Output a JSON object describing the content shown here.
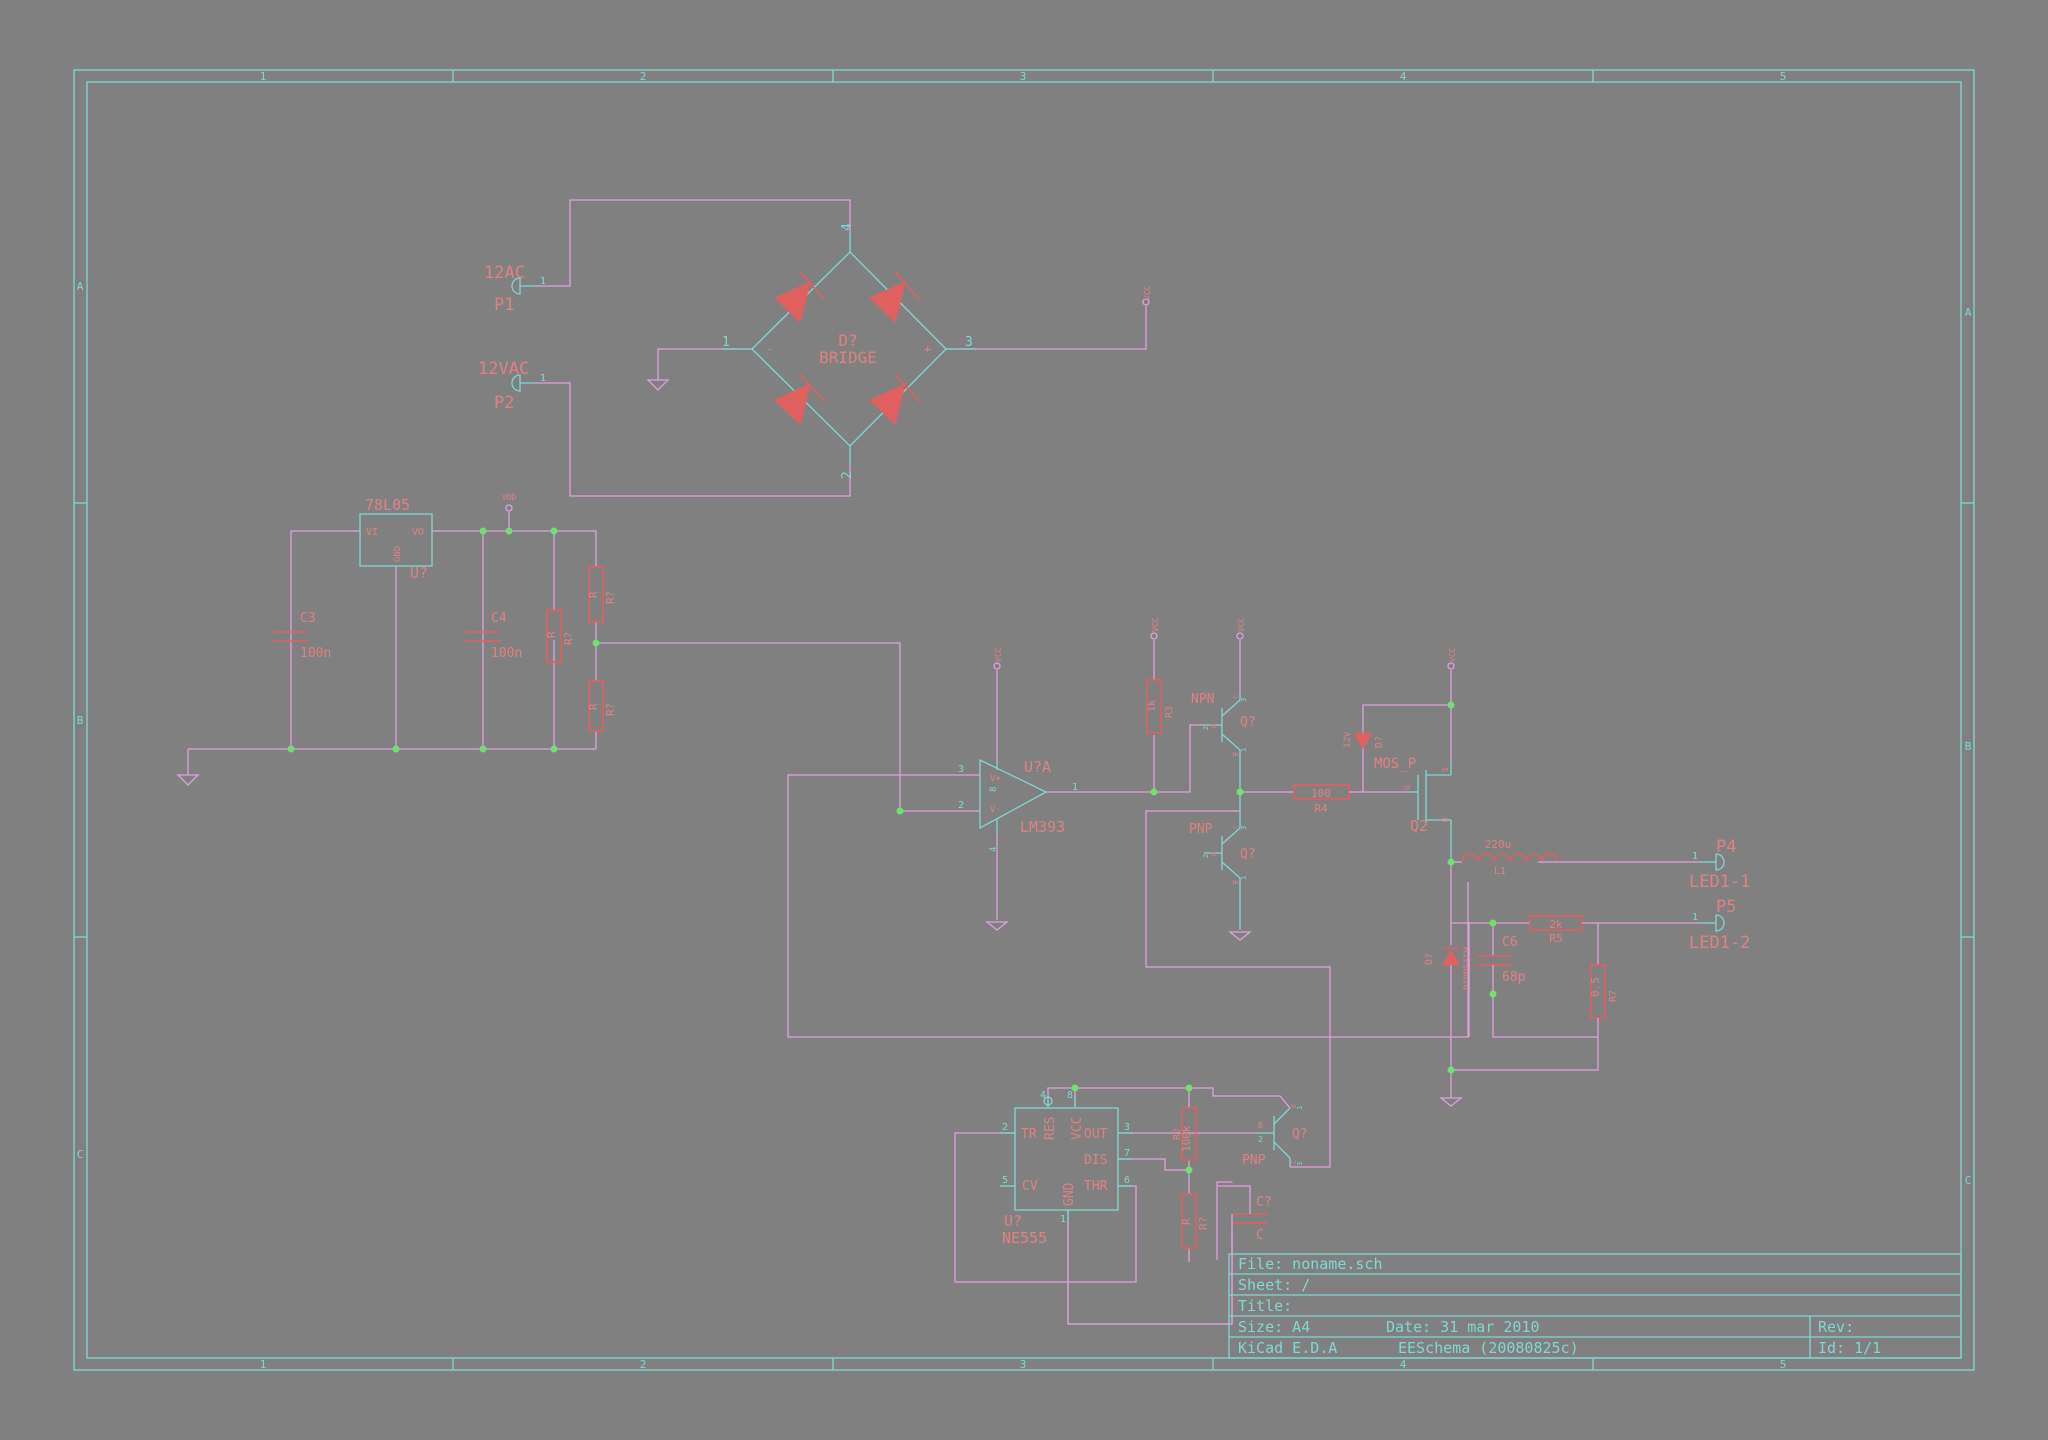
{
  "sheet": {
    "col_markers": [
      "1",
      "2",
      "3",
      "4",
      "5"
    ],
    "row_markers": [
      "A",
      "B",
      "C"
    ]
  },
  "components": {
    "p1": {
      "ref": "P1",
      "value": "12AC",
      "pin": "1"
    },
    "p2": {
      "ref": "P2",
      "value": "12VAC",
      "pin": "1"
    },
    "bridge": {
      "ref": "D?",
      "value": "BRIDGE",
      "pins": [
        "1",
        "2",
        "3",
        "4"
      ],
      "minus": "-",
      "plus": "+"
    },
    "vcc_bridge": "VCC",
    "reg": {
      "name": "78L05",
      "ref": "U?",
      "vi": "VI",
      "vo": "VO",
      "gnd": "GND"
    },
    "vdd": "VDD",
    "c3": {
      "ref": "C3",
      "value": "100n"
    },
    "c4": {
      "ref": "C4",
      "value": "100n"
    },
    "r_a": {
      "ref": "R?",
      "value": "R"
    },
    "r_b": {
      "ref": "R?",
      "value": "R"
    },
    "r_c": {
      "ref": "R?",
      "value": "R"
    },
    "comparator": {
      "ref": "U?A",
      "value": "LM393",
      "pins": [
        "3",
        "2",
        "1",
        "8",
        "4"
      ],
      "vplus": "V+",
      "vminus": "V-"
    },
    "vcc_comp": "VCC",
    "r3": {
      "ref": "R3",
      "value": "1k"
    },
    "vcc_r3": "VCC",
    "npn": {
      "type": "NPN",
      "ref": "Q?",
      "b": "B",
      "c": "C",
      "e": "E",
      "pins": [
        "2",
        "3",
        "1"
      ]
    },
    "vcc_npn": "VCC",
    "pnp1": {
      "type": "PNP",
      "ref": "Q?",
      "b": "B",
      "c": "C",
      "e": "E",
      "pins": [
        "2",
        "3",
        "1"
      ]
    },
    "r4": {
      "ref": "R4",
      "value": "100"
    },
    "mosfet": {
      "type": "MOS_P",
      "ref": "Q2",
      "g": "G",
      "d": "D",
      "s": "S"
    },
    "zener": {
      "ref": "D?",
      "value": "12V"
    },
    "vcc_mos": "VCC",
    "l1": {
      "ref": "L1",
      "value": "220u"
    },
    "p4": {
      "ref": "P4",
      "value": "LED1-1",
      "pin": "1"
    },
    "p5": {
      "ref": "P5",
      "value": "LED1-2",
      "pin": "1"
    },
    "r5": {
      "ref": "R5",
      "value": "2k"
    },
    "c6": {
      "ref": "C6",
      "value": "68p"
    },
    "r7": {
      "ref": "R7",
      "value": "0.5"
    },
    "dschottky": {
      "ref": "D?",
      "value": "DIODESCH"
    },
    "ne555": {
      "ref": "U?",
      "value": "NE555",
      "tr": "TR",
      "res": "RES",
      "vcc": "VCC",
      "out": "OUT",
      "dis": "DIS",
      "cv": "CV",
      "gnd": "GND",
      "thr": "THR",
      "pins": [
        "2",
        "4",
        "8",
        "3",
        "7",
        "5",
        "1",
        "6"
      ]
    },
    "r2": {
      "ref": "R2",
      "value": "100k"
    },
    "r_d": {
      "ref": "R?",
      "value": "R"
    },
    "c_q": {
      "ref": "C?",
      "value": "C"
    },
    "pnp2": {
      "type": "PNP",
      "ref": "Q?",
      "b": "B",
      "c": "C",
      "e": "E",
      "pins": [
        "2",
        "3",
        "1"
      ]
    }
  },
  "title_block": {
    "file": "File: noname.sch",
    "sheet": "Sheet: /",
    "title": "Title:",
    "size": "Size: A4",
    "date": "Date: 31 mar 2010",
    "rev": "Rev:",
    "kicad": "KiCad E.D.A",
    "eeschema": "EESchema (20080825c)",
    "id": "Id: 1/1"
  }
}
